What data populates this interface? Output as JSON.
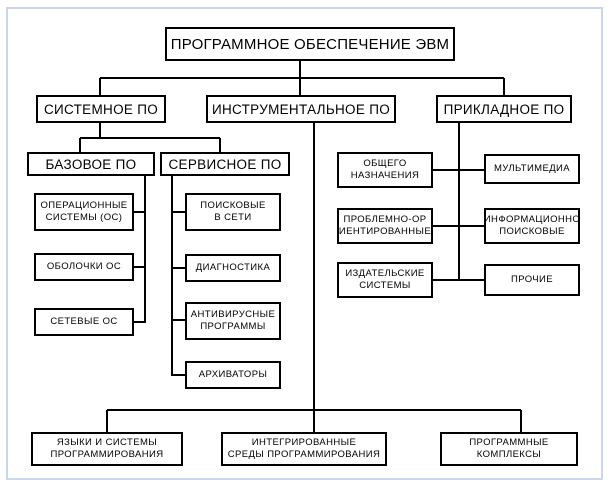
{
  "diagram": {
    "root": "ПРОГРАММНОЕ ОБЕСПЕЧЕНИЕ ЭВМ",
    "categories": {
      "system": "СИСТЕМНОЕ ПО",
      "tools": "ИНСТРУМЕНТАЛЬНОЕ ПО",
      "applied": "ПРИКЛАДНОЕ ПО"
    },
    "system": {
      "base": "БАЗОВОЕ ПО",
      "service": "СЕРВИСНОЕ ПО",
      "base_items": [
        "ОПЕРАЦИОННЫЕ\nСИСТЕМЫ (ОС)",
        "ОБОЛОЧКИ ОС",
        "СЕТЕВЫЕ ОС"
      ],
      "service_items": [
        "ПОИСКОВЫЕ\nВ СЕТИ",
        "ДИАГНОСТИКА",
        "АНТИВИРУСНЫЕ\nПРОГРАММЫ",
        "АРХИВАТОРЫ"
      ]
    },
    "applied": {
      "left_items": [
        "ОБЩЕГО\nНАЗНАЧЕНИЯ",
        "ПРОБЛЕМНО-ОР\nИЕНТИРОВАННЫЕ",
        "ИЗДАТЕЛЬСКИЕ\nСИСТЕМЫ"
      ],
      "right_items": [
        "МУЛЬТИМЕДИА",
        "ИНФОРМАЦИОННО\nПОИСКОВЫЕ",
        "ПРОЧИЕ"
      ]
    },
    "tools": {
      "items": [
        "ЯЗЫКИ И СИСТЕМЫ\nПРОГРАММИРОВАНИЯ",
        "ИНТЕГРИРОВАННЫЕ\nСРЕДЫ ПРОГРАММИРОВАНИЯ",
        "ПРОГРАММНЫЕ\nКОМПЛЕКСЫ"
      ]
    }
  }
}
